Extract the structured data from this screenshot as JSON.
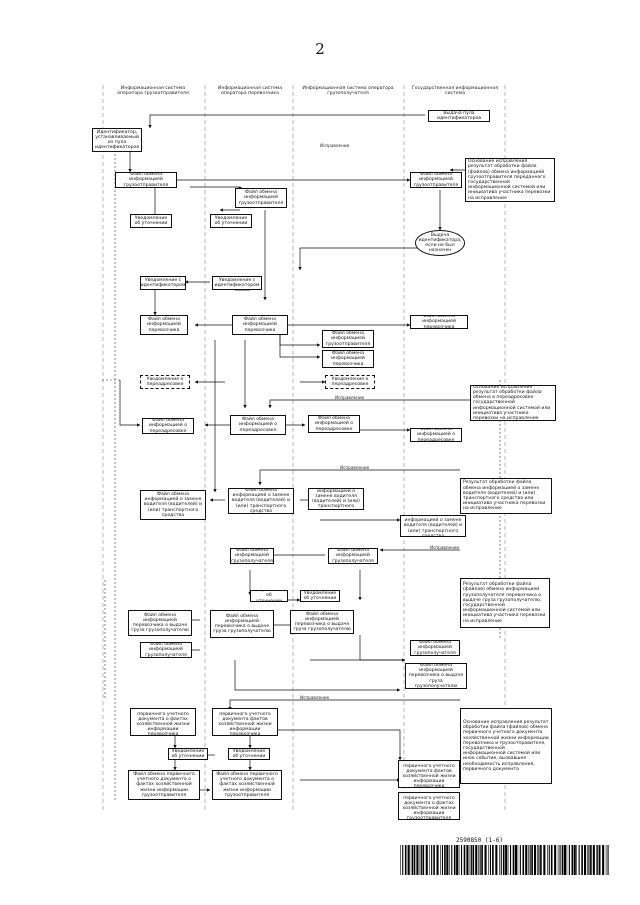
{
  "page_number": "2",
  "lanes": [
    "Информационная система оператора грузоотправителя",
    "Информационная система оператора перевозчика",
    "Информационная система оператора грузополучателя",
    "Государственная информационная система"
  ],
  "boxes": {
    "b1": "Выдача пула идентификаторов",
    "b2": "Идентификатор, устанавливаемый из пула идентификаторов",
    "b3": "Файл обмена информацией грузоотправителя",
    "b4": "Файл обмена информацией грузоотправителя",
    "b5": "Файл обмена информацией грузоотправителя",
    "b6": "Основание исправления результат обработки файла (файлов) обмена информацией грузоотправителя переданного государственной информационной системой или инициатива участника перевозки на исправление",
    "b7": "Уведомление об уточнении",
    "b8": "Уведомление об уточнении",
    "b9": "Выдача идентификатора, если не был назначен",
    "b10": "Уведомление с идентификатором",
    "b11": "Уведомление с идентификатором",
    "b12": "Файл обмена информацией перевозчика",
    "b13": "Файл обмена информацией перевозчика",
    "b14": "Файл обмена информацией перевозчика",
    "b15": "Файл обмена информацией грузоотправителя",
    "b16": "Файл обмена информацией перевозчика",
    "b17": "Уведомление о переадресовке",
    "b18": "Уведомление о переадресовке",
    "b19": "Основание исправления результат обработки файла обмена в переадресовке государственной информационной системой или инициатива участника перевозки на исправление",
    "b20": "Файл обмена информацией о переадресовке",
    "b21": "Файл обмена информацией о переадресовке",
    "b22": "Файл обмена информацией о переадресовке",
    "b23": "Файл обмена информацией о переадресовке",
    "b24": "Файл обмена информацией о замене водителя (водителей) и (или) транспортного средства",
    "b25": "Результат обработки файла обмена информацией о замене водителя (водителей) и (или) транспортного средства или инициатива участника перевозки на исправление",
    "b26": "Файл обмена информацией о замене водителя (водителей) и (или) транспортного средства",
    "b27": "Файл обмена информацией о замене водителя (водителей) и (или) транспортного средства",
    "b28": "Файл обмена информацией о замене водителя (водителей) и (или) транспортного средства",
    "b29": "Файл обмена информацией грузополучателя",
    "b30": "Файл обмена информацией грузополучателя",
    "b31": "Результат обработки файла (файлов) обмена информацией грузополучателя перевозчика о выдаче груза грузополучателю, государственной информационной системой или инициатива участника перевозки на исправление",
    "b32": "Уведомление об уточнении",
    "b33": "Уведомление об уточнении",
    "b34": "Файл обмена информацией перевозчика о выдаче груза грузополучателю",
    "b35": "Файл обмена информацией перевозчика о выдаче груза грузополучателю",
    "b36": "Файл обмена информацией перевозчика о выдаче груза грузополучателю",
    "b37": "Файл обмена информацией грузополучателя",
    "b38": "Файл обмена информацией грузополучателя",
    "b39": "Файл обмена информацией перевозчика о выдаче груза грузополучателю",
    "b40": "Файл обмена первичного учетного документа о фактах хозяйственной жизни информации перевозчика",
    "b41": "Файл обмена первичного учетного документа фактов хозяйственной жизни информации перевозчика",
    "b42": "Основание исправления результат обработки файла (файлов) обмена первичного учетного документа хозяйственной жизни информации перевозчика и грузоотправителя, государственной информационной системой или иное событие, вызвавшее необходимость исправления, первичного документа",
    "b43": "Уведомление об уточнении",
    "b44": "Уведомление об уточнении",
    "b45": "Файл обмена первичного учетного документа о фактах хозяйственной жизни информации грузоотправителя",
    "b46": "Файл обмена первичного учетного документа о фактах хозяйственной жизни информации грузоотправителя",
    "b47": "Файл обмена первичного учетного документа фактов хозяйственной жизни информации перевозчика",
    "b48": "Файл обмена первичного учетного документа о фактах хозяйственной жизни информации грузоотправителя"
  },
  "labels": {
    "fix": "Исправление"
  },
  "publication_number": "2590850 (1-6)"
}
